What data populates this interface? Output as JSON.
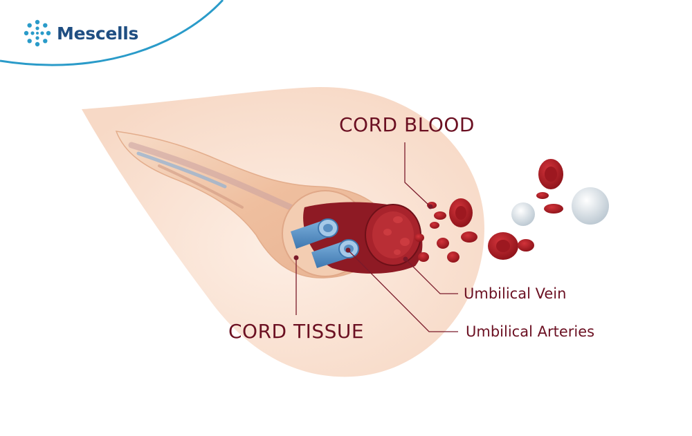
{
  "brand": {
    "name": "Mescells",
    "accent": "#2a9bc9",
    "text_color": "#1f4e82"
  },
  "icons": {
    "logo": "cell-cluster-icon"
  },
  "labels": {
    "cord_blood": "CORD BLOOD",
    "cord_tissue": "CORD TISSUE",
    "umbilical_vein": "Umbilical Vein",
    "umbilical_arteries": "Umbilical Arteries"
  },
  "colors": {
    "label": "#6b1022",
    "leader_line": "#7a1a2a",
    "backdrop": "#fbe6d8",
    "cord_outer": "#f2c8ad",
    "vessel_red": "#8e1a24",
    "artery_blue": "#5c93c8",
    "blood_cell": "#b0202a",
    "white_cell": "#dfe6ec"
  }
}
